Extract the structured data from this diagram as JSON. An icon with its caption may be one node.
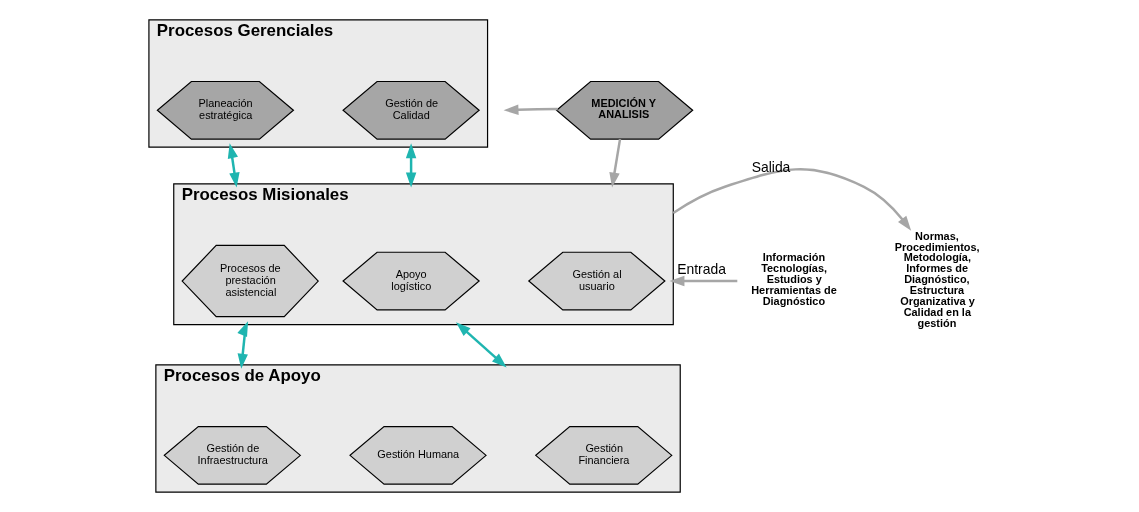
{
  "diagram": {
    "nodes": [
      {
        "text": [
          "Procesos Gerenciales"
        ]
      },
      {
        "text": [
          "Planeación estratégica"
        ],
        "in": 0
      },
      {
        "text": [
          "Gestión de Calidad"
        ],
        "in": 0
      },
      {
        "text": [
          "Procesos Misionales"
        ]
      },
      {
        "text": [
          "Procesos de prestación asistencial"
        ],
        "in": 3
      },
      {
        "text": [
          "Gestión al usuario"
        ],
        "in": 3
      },
      {
        "text": [
          "Apoyo logístico"
        ],
        "in": 3
      },
      {
        "text": [
          "Procesos de Apoyo"
        ]
      },
      {
        "text": [
          "Gestión de Infraestructura"
        ],
        "in": 7
      },
      {
        "text": [
          "Gestión Humana"
        ],
        "in": 7
      },
      {
        "text": [
          "Gestión Financiera"
        ],
        "in": 7
      },
      {
        "text": [
          "Información Tecnologías, Estudios y Herramientas de Diagnóstico"
        ]
      },
      {
        "text": [
          "MEDICIÓN Y ANALISIS"
        ]
      },
      {
        "text": [
          "Normas, Procedimientos, Metodología, Informes de Diagnóstico, Estructura Organizativa y Calidad en la gestión"
        ]
      }
    ],
    "edges": [
      {
        "from": 0,
        "to": 3,
        "arrow": "both",
        "color": "#1fb5b0"
      },
      {
        "from": 0,
        "to": 3,
        "arrow": "both",
        "color": "#1fb5b0"
      },
      {
        "from": 3,
        "to": 7,
        "arrow": "both",
        "color": "#1fb5b0"
      },
      {
        "from": 3,
        "to": 7,
        "arrow": "both",
        "color": "#1fb5b0"
      },
      {
        "from": 11,
        "to": 3,
        "arrow": "to",
        "label": "Entrada",
        "color": "#a6a6a6"
      },
      {
        "from": 3,
        "to": 13,
        "arrow": "to",
        "label": "Salida",
        "color": "#a6a6a6"
      },
      {
        "from": 12,
        "to": null,
        "arrow": "to",
        "color": "#a6a6a6"
      },
      {
        "from": 12,
        "to": 3,
        "arrow": "to",
        "color": "#a6a6a6"
      }
    ]
  }
}
